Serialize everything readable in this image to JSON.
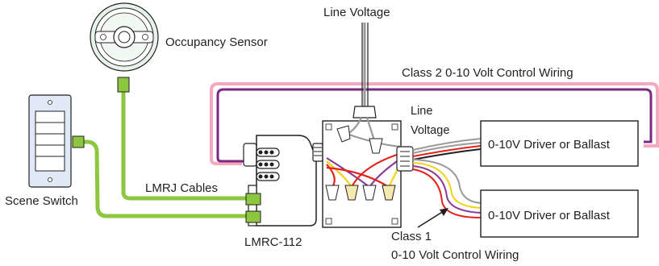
{
  "labels": {
    "line_voltage_top": "Line Voltage",
    "occupancy_sensor": "Occupancy Sensor",
    "class2": "Class 2 0-10 Volt Control Wiring",
    "line_voltage_side_1": "Line",
    "line_voltage_side_2": "Voltage",
    "driver_1": "0-10V Driver or Ballast",
    "driver_2": "0-10V Driver or Ballast",
    "lmrj_cables": "LMRJ Cables",
    "scene_switch": "Scene Switch",
    "lmrc": "LMRC-112",
    "class1_line1": "Class 1",
    "class1_line2": "0-10 Volt Control Wiring"
  },
  "colors": {
    "lmrj_cable": "#8dc63f",
    "class2_outer": "#f4a9c0",
    "class2_inner": "#7b2a83",
    "line_voltage_wire": "#9a9a9a",
    "wire_red": "#e2231a",
    "wire_yellow": "#f2d21b",
    "wire_purple": "#8b3a96",
    "wire_gray": "#9a9a9a",
    "device_fill": "#ffffff",
    "outline": "#231f20",
    "sensor_tint": "#e6f2ea",
    "switch_tint": "#dfeaf6"
  },
  "icons": {
    "sensor": "occupancy-sensor-icon",
    "switch": "scene-switch-icon",
    "controller": "lmrc-controller-icon",
    "junction_box": "junction-box-icon",
    "wire_nut": "wire-nut-icon",
    "arrow": "arrow-icon"
  }
}
